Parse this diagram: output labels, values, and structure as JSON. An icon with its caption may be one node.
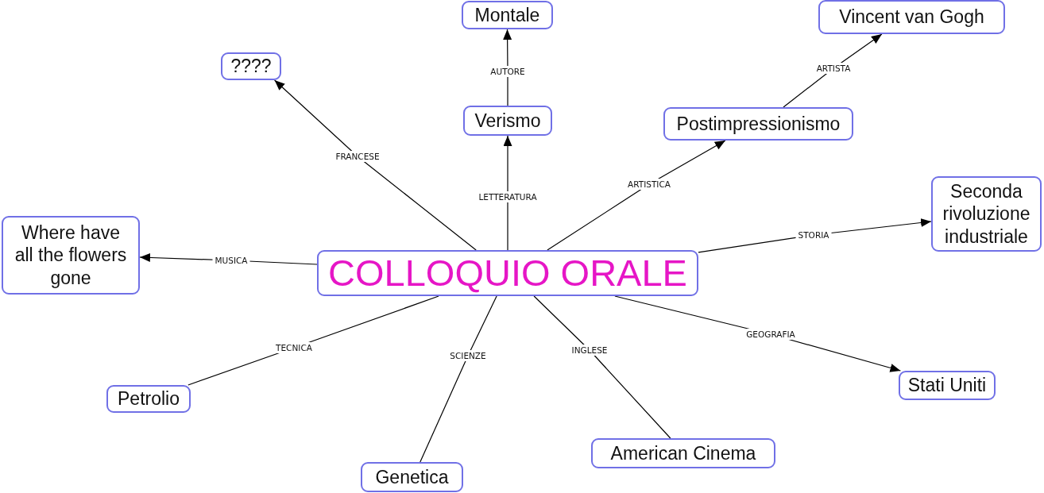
{
  "diagram": {
    "nodes": [
      {
        "text": [
          "Montale"
        ]
      },
      {
        "text": [
          "Vincent van Gogh"
        ]
      },
      {
        "text": [
          "????"
        ]
      },
      {
        "text": [
          "Verismo"
        ]
      },
      {
        "text": [
          "Postimpressionismo"
        ]
      },
      {
        "text": [
          "Seconda rivoluzione industriale"
        ]
      },
      {
        "text": [
          "Where have all the flowers gone"
        ]
      },
      {
        "text": [
          "COLLOQUIO ORALE"
        ]
      },
      {
        "text": [
          "Stati Uniti"
        ]
      },
      {
        "text": [
          "Petrolio"
        ]
      },
      {
        "text": [
          "American Cinema"
        ]
      },
      {
        "text": [
          "Genetica"
        ]
      }
    ],
    "edges": [
      {
        "from": 3,
        "to": 0,
        "label": "AUTORE",
        "arrow": "to"
      },
      {
        "from": 4,
        "to": 1,
        "label": "ARTISTA",
        "arrow": "to"
      },
      {
        "from": 7,
        "to": 2,
        "label": "FRANCESE",
        "arrow": "to"
      },
      {
        "from": 7,
        "to": 3,
        "label": "LETTERATURA",
        "arrow": "to"
      },
      {
        "from": 7,
        "to": 4,
        "label": "ARTISTICA",
        "arrow": "to"
      },
      {
        "from": 7,
        "to": 5,
        "label": "STORIA",
        "arrow": "to"
      },
      {
        "from": 7,
        "to": 6,
        "label": "MUSICA",
        "arrow": "to"
      },
      {
        "from": 7,
        "to": 8,
        "label": "GEOGRAFIA",
        "arrow": "to"
      },
      {
        "from": 7,
        "to": 9,
        "label": "TECNICA",
        "arrow": "none"
      },
      {
        "from": 7,
        "to": 10,
        "label": "INGLESE",
        "arrow": "none"
      },
      {
        "from": 7,
        "to": 11,
        "label": "SCIENZE",
        "arrow": "none"
      }
    ]
  }
}
